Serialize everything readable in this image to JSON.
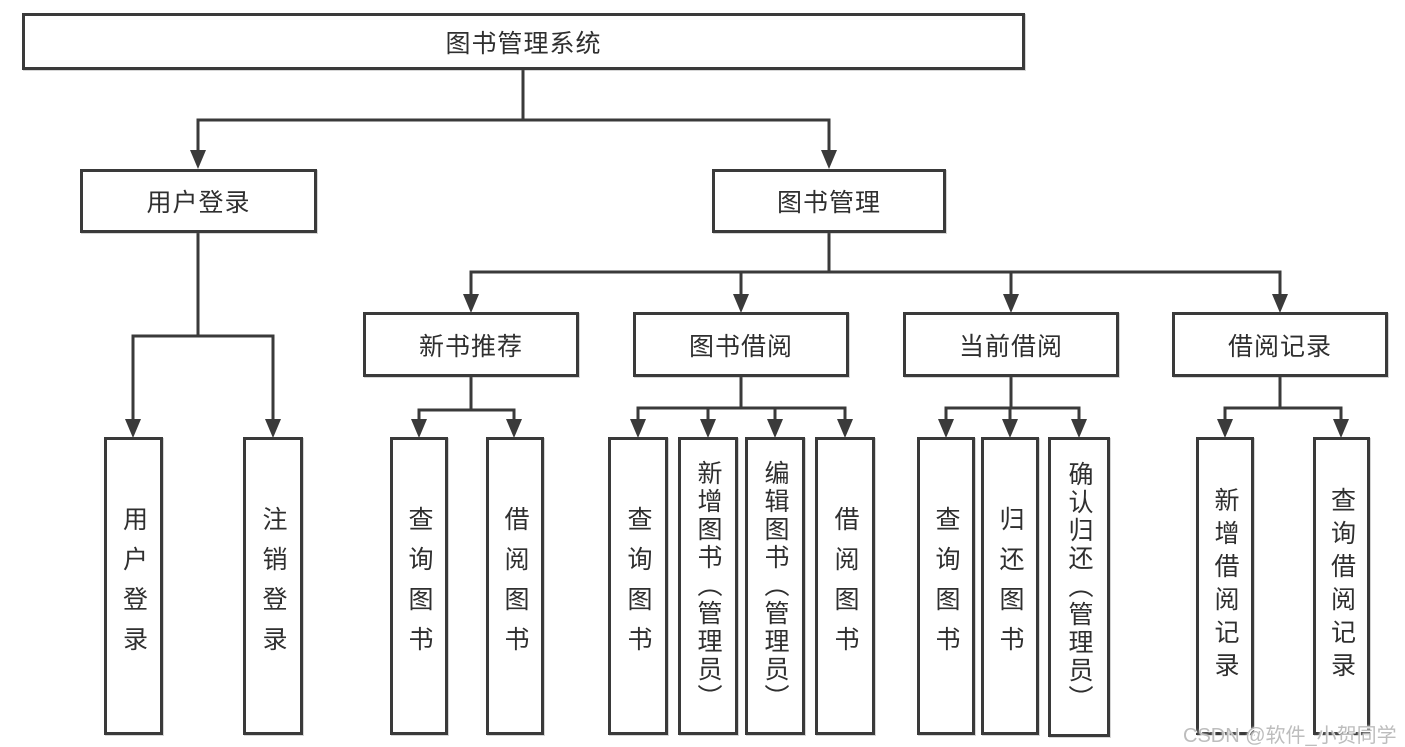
{
  "diagram_title": "图书管理系统",
  "tree": {
    "root": {
      "label": "图书管理系统"
    },
    "branches": [
      {
        "label": "用户登录",
        "children": [
          {
            "label": "用户登录"
          },
          {
            "label": "注销登录"
          }
        ]
      },
      {
        "label": "图书管理",
        "children": [
          {
            "label": "新书推荐",
            "children": [
              {
                "label": "查询图书"
              },
              {
                "label": "借阅图书"
              }
            ]
          },
          {
            "label": "图书借阅",
            "children": [
              {
                "label": "查询图书"
              },
              {
                "label": "新增图书（管理员）"
              },
              {
                "label": "编辑图书（管理员）"
              },
              {
                "label": "借阅图书"
              }
            ]
          },
          {
            "label": "当前借阅",
            "children": [
              {
                "label": "查询图书"
              },
              {
                "label": "归还图书"
              },
              {
                "label": "确认归还（管理员）"
              }
            ]
          },
          {
            "label": "借阅记录",
            "children": [
              {
                "label": "新增借阅记录"
              },
              {
                "label": "查询借阅记录"
              }
            ]
          }
        ]
      }
    ]
  },
  "watermark": "CSDN @软件_小贺同学",
  "colors": {
    "line": "#3a3a3a",
    "box_border": "#3a3a3a",
    "text": "#2f2f2f",
    "background": "#ffffff",
    "watermark": "#bdbdbd"
  }
}
